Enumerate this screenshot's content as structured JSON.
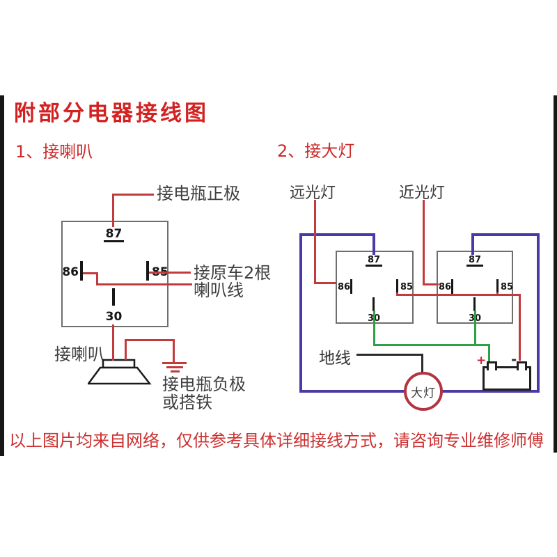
{
  "title": "附部分电器接线图",
  "horn_section": {
    "heading": "1、接喇叭",
    "relay": {
      "p87": "87",
      "p86": "86",
      "p85": "85",
      "p30": "30"
    },
    "labels": {
      "battery_positive": "接电瓶正极",
      "horn_wires_1": "接原车2根",
      "horn_wires_2": "喇叭线",
      "horn": "接喇叭",
      "battery_negative_1": "接电瓶负极",
      "battery_negative_2": "或搭铁"
    }
  },
  "headlight_section": {
    "heading": "2、接大灯",
    "labels": {
      "high_beam": "远光灯",
      "low_beam": "近光灯",
      "ground": "地线",
      "lamp": "大灯",
      "plus": "+",
      "minus": "-"
    },
    "relay1": {
      "p87": "87",
      "p86": "86",
      "p85": "85",
      "p30": "30"
    },
    "relay2": {
      "p87": "87",
      "p86": "86",
      "p85": "85",
      "p30": "30"
    }
  },
  "footer": {
    "disclaimer": "以上图片均来自网络，仅供参考具体详细接线方式，请咨询专业维修师傅"
  },
  "colors": {
    "heading_red": "#d32121",
    "section_red": "#cc2a2a",
    "footer_red": "#cc3030",
    "wire_red": "#c23a3c",
    "wire_blue": "#4a3aa8",
    "wire_green": "#2fa044",
    "wire_black": "#2b2b2b",
    "label_gray": "#3f3f3f",
    "lamp_circle": "#b23342"
  }
}
